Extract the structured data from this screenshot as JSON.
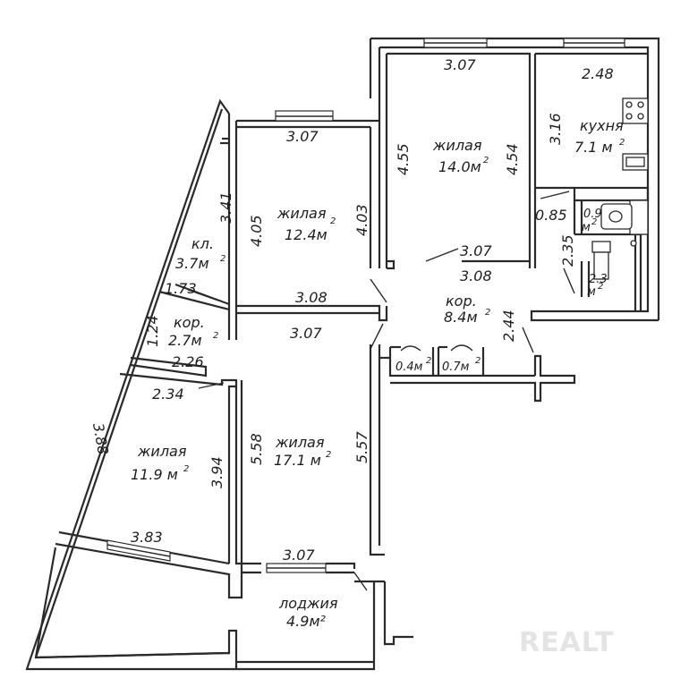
{
  "rooms": {
    "living1": {
      "name": "жилая",
      "area": "14.0м",
      "unit_sup": "2"
    },
    "living2": {
      "name": "жилая",
      "area": "12.4м",
      "unit_sup": "2"
    },
    "living3": {
      "name": "жилая",
      "area": "17.1 м",
      "unit_sup": "2"
    },
    "living4": {
      "name": "жилая",
      "area": "11.9  м",
      "unit_sup": "2"
    },
    "kitchen": {
      "name": "кухня",
      "area": "7.1  м",
      "unit_sup": "2"
    },
    "pantry": {
      "name": "кл.",
      "area": "3.7м",
      "unit_sup": "2"
    },
    "corridor1": {
      "name": "кор.",
      "area": "8.4м",
      "unit_sup": "2"
    },
    "corridor2": {
      "name": "кор.",
      "area": "2.7м",
      "unit_sup": "2"
    },
    "bath": {
      "area": "0.9",
      "unit": "м",
      "unit_sup": "2"
    },
    "wc": {
      "area": "2.3",
      "unit": "м",
      "unit_sup": "2"
    },
    "closet1": {
      "area": "0.4м",
      "unit_sup": "2"
    },
    "closet2": {
      "area": "0.7м",
      "unit_sup": "2"
    },
    "loggia": {
      "name": "лоджия",
      "area": "4.9м²"
    }
  },
  "dimensions": {
    "r1_top": "3.07",
    "r1_left": "4.55",
    "r1_right": "4.54",
    "r1_bottom": "3.07",
    "r2_top": "3.07",
    "r2_left": "4.05",
    "r2_right": "4.03",
    "r2_bottom": "3.08",
    "r3_top": "3.07",
    "r3_left": "5.58",
    "r3_right": "5.57",
    "r3_bottom": "3.07",
    "r4_top": "2.34",
    "r4_left": "3.88",
    "r4_right": "3.94",
    "r4_bottom": "3.83",
    "kitchen_top": "2.48",
    "kitchen_left": "3.16",
    "pantry_left": "3.41",
    "pantry_bottom": "1.73",
    "corridor2_left": "1.24",
    "corridor2_bottom": "2.26",
    "corridor1_top": "3.08",
    "corridor1_right": "2.44",
    "bath_left": "0.85",
    "wc_left": "2.35"
  },
  "watermark": "REALT"
}
